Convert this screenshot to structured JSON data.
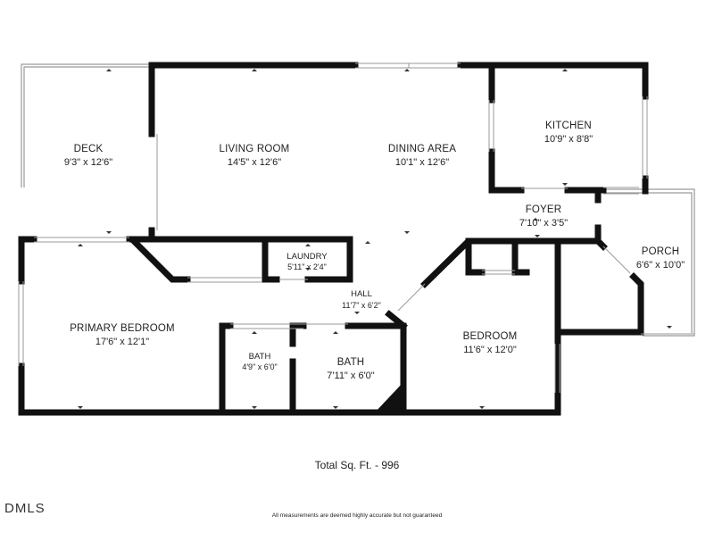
{
  "rooms": {
    "deck": {
      "name": "DECK",
      "dims": "9'3\" x 12'6\""
    },
    "living_room": {
      "name": "LIVING ROOM",
      "dims": "14'5\" x 12'6\""
    },
    "dining_area": {
      "name": "DINING AREA",
      "dims": "10'1\" x 12'6\""
    },
    "kitchen": {
      "name": "KITCHEN",
      "dims": "10'9\" x 8'8\""
    },
    "foyer": {
      "name": "FOYER",
      "dims": "7'10\" x 3'5\""
    },
    "porch": {
      "name": "PORCH",
      "dims": "6'6\" x 10'0\""
    },
    "laundry": {
      "name": "LAUNDRY",
      "dims": "5'11\" x 2'4\""
    },
    "hall": {
      "name": "HALL",
      "dims": "11'7\" x 6'2\""
    },
    "primary_bedroom": {
      "name": "PRIMARY BEDROOM",
      "dims": "17'6\" x 12'1\""
    },
    "bath_small": {
      "name": "BATH",
      "dims": "4'9\" x 6'0\""
    },
    "bath": {
      "name": "BATH",
      "dims": "7'11\" x 6'0\""
    },
    "bedroom": {
      "name": "BEDROOM",
      "dims": "11'6\" x 12'0\""
    }
  },
  "footer": {
    "total": "Total Sq. Ft. - 996",
    "disclaimer": "All measurements are deemed highly accurate but not guaranteed",
    "logo": "DMLS"
  }
}
